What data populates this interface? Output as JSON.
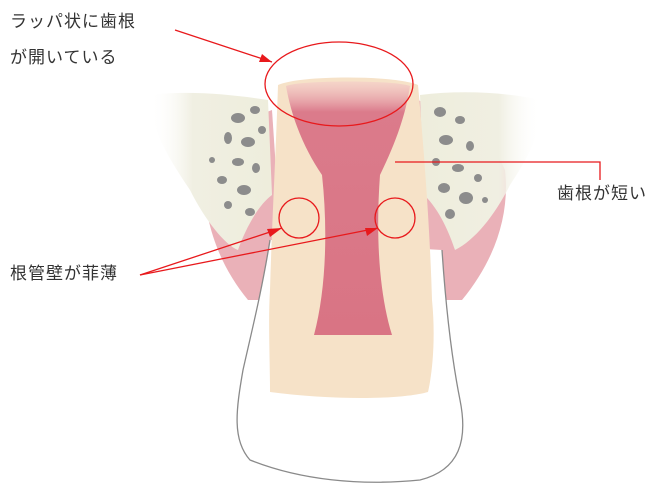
{
  "annotations": {
    "flared_root_line1": "ラッパ状に歯根",
    "flared_root_line2": "が開いている",
    "short_root": "歯根が短い",
    "thin_canal_wall": "根管壁が菲薄"
  },
  "colors": {
    "annotation_red": "#e8191c",
    "gum_pink": "#e5a6ad",
    "bone_cream": "#efeedd",
    "root_beige": "#f6e3c9",
    "canal_pink": "#d97888",
    "crown_outline": "#888888",
    "label_text": "#333333"
  }
}
